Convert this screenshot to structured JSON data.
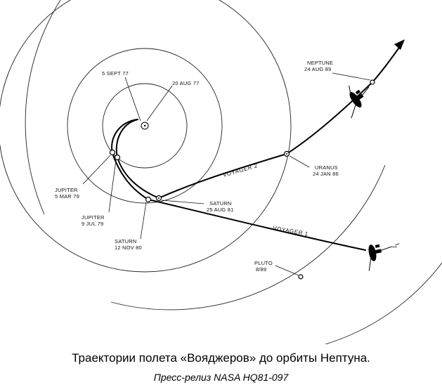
{
  "labels": {
    "sept77": "5 SEPT 77",
    "aug77": "20 AUG 77",
    "neptune_name": "NEPTUNE",
    "neptune_date": "24 AUG 89",
    "uranus_name": "URANUS",
    "uranus_date": "24 JAN 86",
    "voyager2": "VOYAGER 2",
    "voyager1": "VOYAGER 1",
    "jupiter1_name": "JUPITER",
    "jupiter1_date": "5 MAR 79",
    "jupiter2_name": "JUPITER",
    "jupiter2_date": "9 JUL 79",
    "saturn2_name": "SATURN",
    "saturn2_date": "25 AUG 81",
    "saturn1_name": "SATURN",
    "saturn1_date": "12 NOV 80",
    "pluto_name": "PLUTO",
    "pluto_date": "8/89"
  },
  "caption": "Траектории полета «Вояджеров» до орбиты Нептуна.",
  "credit": "Пресс-релиз NASA HQ81-097"
}
